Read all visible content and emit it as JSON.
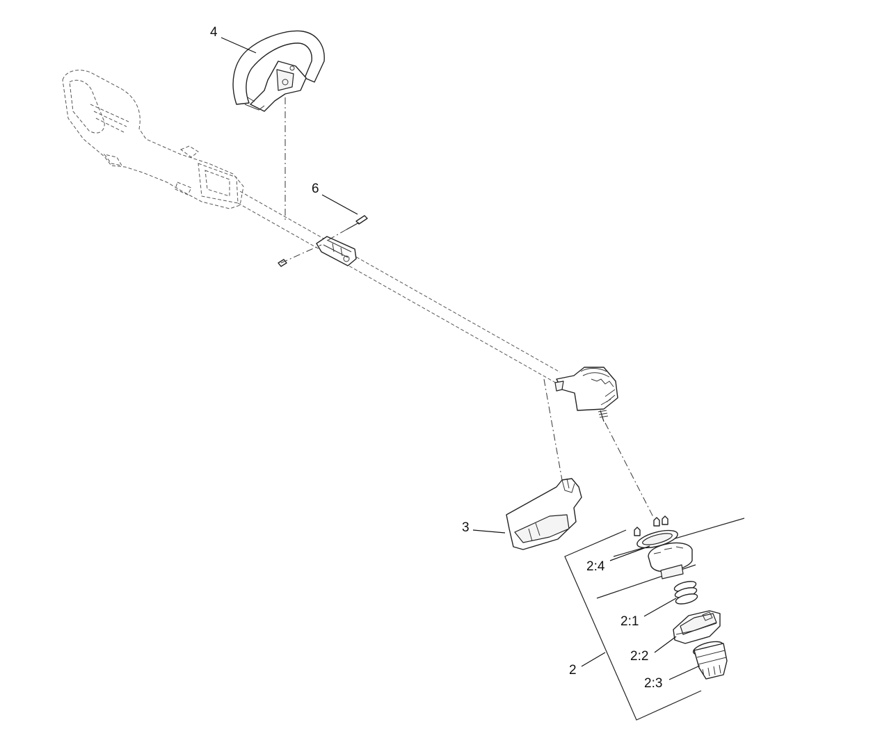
{
  "diagram": {
    "callouts": {
      "c4": "4",
      "c6": "6",
      "c3": "3",
      "c2": "2",
      "c24": "2:4",
      "c21": "2:1",
      "c22": "2:2",
      "c23": "2:3"
    },
    "parts": [
      "power-head",
      "shaft",
      "front-handle",
      "bolt",
      "handle-bracket",
      "trimmer-head-housing",
      "guard",
      "spool-base",
      "trimmer-line",
      "spring",
      "spool",
      "bump-knob"
    ]
  }
}
